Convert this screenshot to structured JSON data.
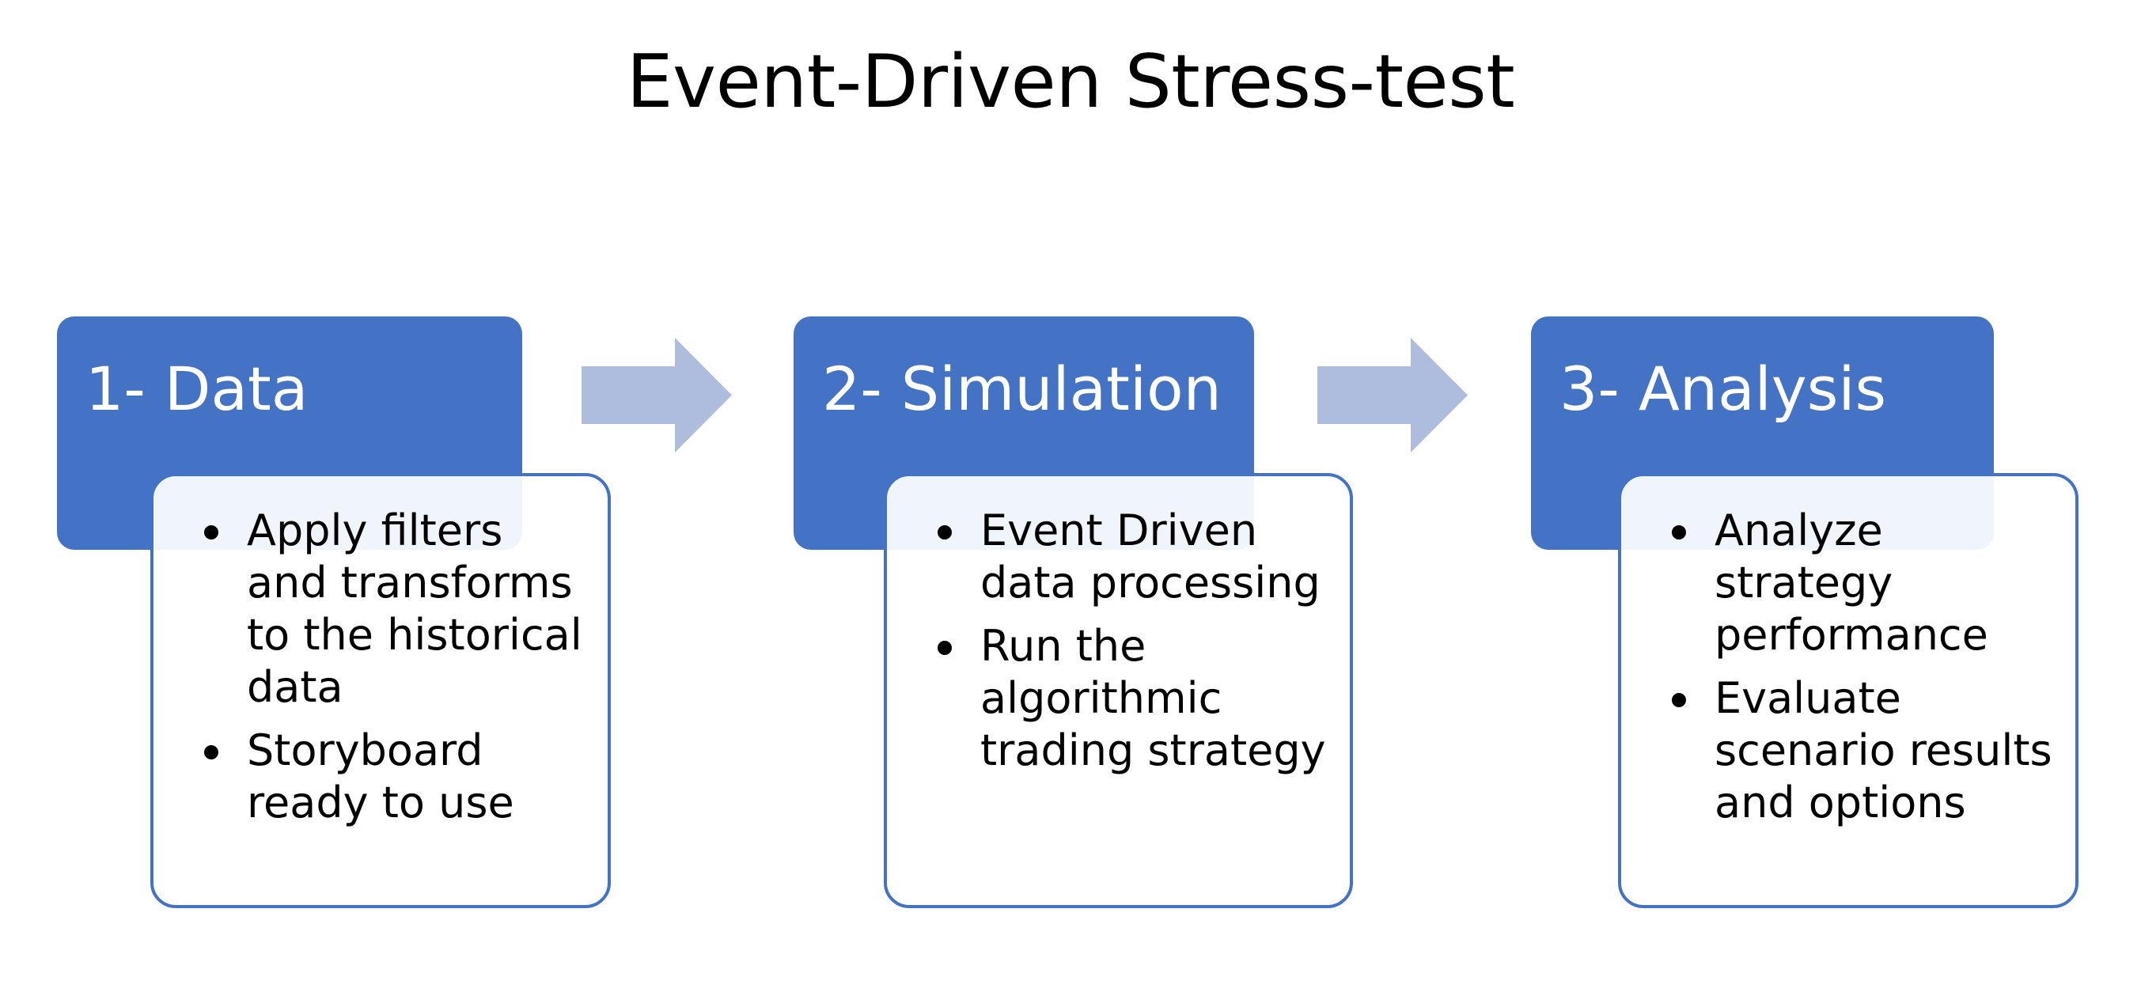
{
  "slide": {
    "title": "Event-Driven Stress-test",
    "background_color": "#FFFFFF"
  },
  "theme": {
    "header_fill": "#4472C4",
    "header_text_color": "#FFFFFF",
    "card_border_color": "#4472C4",
    "card_fill": "#FFFFFF",
    "card_overlap_tint": "#EBF0F8",
    "arrow_fill": "#AEBCDE",
    "body_text_color": "#000000",
    "title_text_color": "#000000"
  },
  "steps": [
    {
      "header_label": "1- Data",
      "bullets": [
        "Apply filters and transforms to the historical data",
        "Storyboard ready to use"
      ]
    },
    {
      "header_label": "2- Simulation",
      "bullets": [
        "Event Driven data processing",
        "Run the algorithmic trading strategy"
      ]
    },
    {
      "header_label": "3- Analysis",
      "bullets": [
        "Analyze strategy performance",
        "Evaluate scenario results and options"
      ]
    }
  ],
  "connectors": [
    {
      "icon": "arrow-right-icon",
      "from_step": "1- Data",
      "to_step": "2- Simulation"
    },
    {
      "icon": "arrow-right-icon",
      "from_step": "2- Simulation",
      "to_step": "3- Analysis"
    }
  ]
}
